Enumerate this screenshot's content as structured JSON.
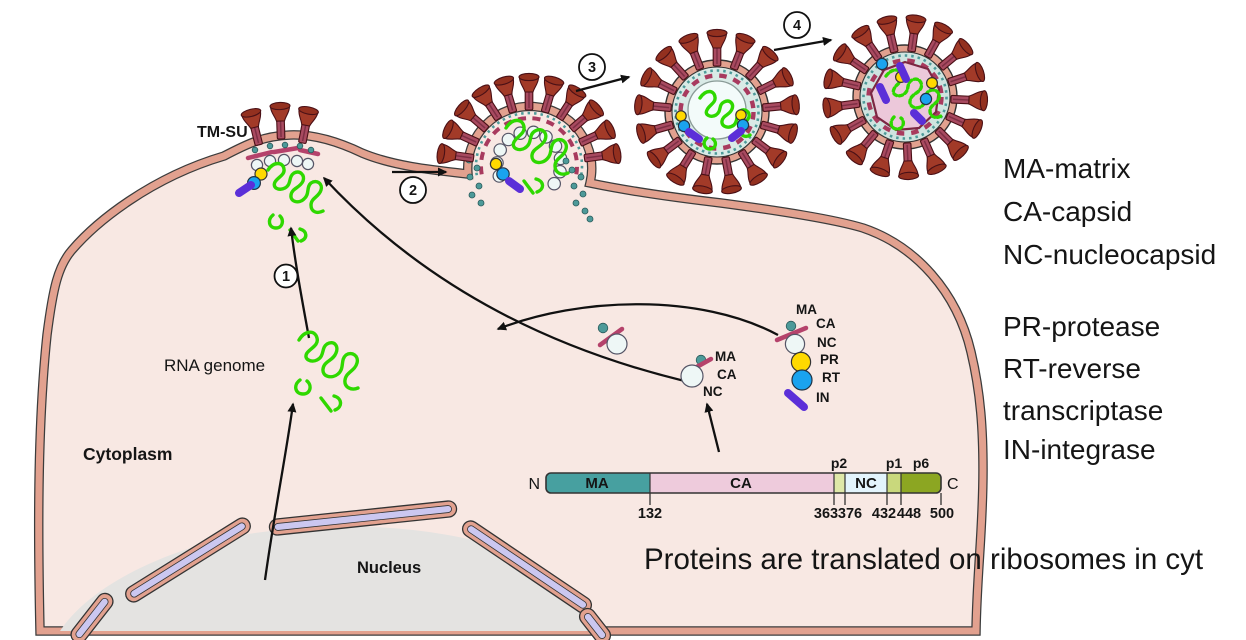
{
  "labels": {
    "tm_su": "TM-SU",
    "rna_genome": "RNA genome",
    "cytoplasm": "Cytoplasm",
    "nucleus": "Nucleus"
  },
  "steps": [
    "1",
    "2",
    "3",
    "4"
  ],
  "gag_labels": [
    "MA",
    "CA",
    "NC"
  ],
  "gagpol_labels": [
    "MA",
    "CA",
    "NC",
    "PR",
    "RT",
    "IN"
  ],
  "polyprotein": {
    "n": "N",
    "c": "C",
    "segments": [
      "MA",
      "CA",
      "NC"
    ],
    "top_labels": [
      "p2",
      "p1",
      "p6"
    ],
    "positions": [
      "132",
      "363",
      "376",
      "432",
      "448",
      "500"
    ]
  },
  "legend": [
    "MA-matrix",
    "CA-capsid",
    "NC-nucleocapsid",
    "PR-protease",
    "RT-reverse",
    "transcriptase",
    "IN-integrase"
  ],
  "caption": "Proteins are translated on ribosomes in cyt",
  "colors": {
    "membrane_salmon": "#e2a18f",
    "cytoplasm_fill": "#f8e8e3",
    "nucleus_fill": "#e4e3e1",
    "envelope_inner": "#cbc7f0",
    "rna_green": "#2fd800",
    "spike_head": "#a23a28",
    "spike_stem": "#a84a60",
    "ma_teal": "#47a0a0",
    "ca_pink": "#eecbdc",
    "nc_pale_blue": "#e3f4fc",
    "pr_yellow": "#ffd900",
    "rt_blue": "#1aa3ef",
    "in_purple": "#5b2fd8",
    "p2_p1_yellowgreen": "#dfe8a8",
    "p6_olive": "#8ca622",
    "virion_interior": "#d6e8e4",
    "mature_core_pink": "#ecc8da"
  }
}
